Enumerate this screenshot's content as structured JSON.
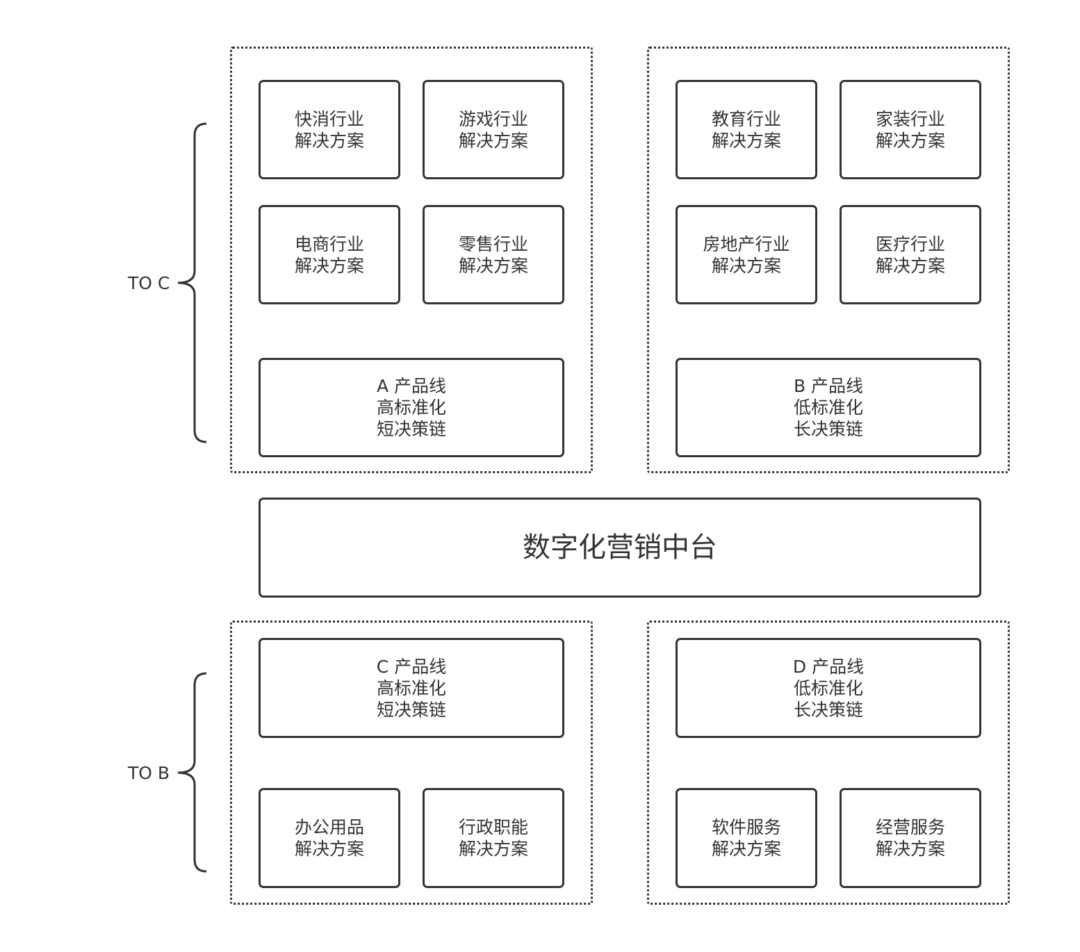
{
  "labels": {
    "to_c": "TO C",
    "to_b": "TO B"
  },
  "center": {
    "title": "数字化营销中台"
  },
  "group_a": {
    "solutions": [
      {
        "line1": "快消行业",
        "line2": "解决方案"
      },
      {
        "line1": "游戏行业",
        "line2": "解决方案"
      },
      {
        "line1": "电商行业",
        "line2": "解决方案"
      },
      {
        "line1": "零售行业",
        "line2": "解决方案"
      }
    ],
    "product_line": {
      "line1": "A 产品线",
      "line2": "高标准化",
      "line3": "短决策链"
    }
  },
  "group_b": {
    "solutions": [
      {
        "line1": "教育行业",
        "line2": "解决方案"
      },
      {
        "line1": "家装行业",
        "line2": "解决方案"
      },
      {
        "line1": "房地产行业",
        "line2": "解决方案"
      },
      {
        "line1": "医疗行业",
        "line2": "解决方案"
      }
    ],
    "product_line": {
      "line1": "B 产品线",
      "line2": "低标准化",
      "line3": "长决策链"
    }
  },
  "group_c": {
    "product_line": {
      "line1": "C 产品线",
      "line2": "高标准化",
      "line3": "短决策链"
    },
    "solutions": [
      {
        "line1": "办公用品",
        "line2": "解决方案"
      },
      {
        "line1": "行政职能",
        "line2": "解决方案"
      }
    ]
  },
  "group_d": {
    "product_line": {
      "line1": "D 产品线",
      "line2": "低标准化",
      "line3": "长决策链"
    },
    "solutions": [
      {
        "line1": "软件服务",
        "line2": "解决方案"
      },
      {
        "line1": "经营服务",
        "line2": "解决方案"
      }
    ]
  }
}
